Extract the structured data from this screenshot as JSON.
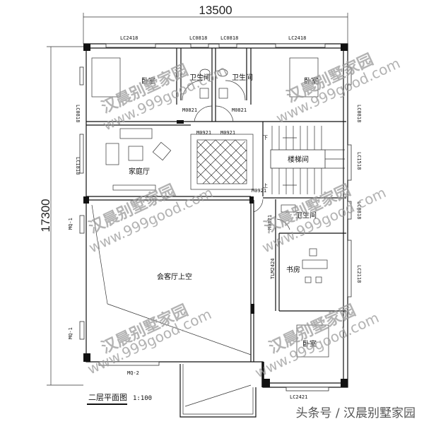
{
  "dimensions": {
    "width": "13500",
    "height": "17300"
  },
  "windows": {
    "top_left": "LC2418",
    "top_mid_left": "LC0818",
    "top_mid_right": "LC0818",
    "top_right": "LC2418",
    "left_upper": "LC0818",
    "left_family": "LC1818",
    "right_upper": "LC0818",
    "right_stair": "LC1518",
    "right_bath": "LC0818",
    "right_study": "LC2118",
    "bottom": "LC2421",
    "curtain_left_1": "MQ-1",
    "curtain_left_2": "MQ-1",
    "curtain_bottom": "MQ-2"
  },
  "doors": {
    "bath_left": "M0821",
    "bath_right": "M0821",
    "hall_left": "M0921",
    "hall_right": "M0921",
    "stair": "M0921",
    "bath_lower": "M0821",
    "study": "TLM2424"
  },
  "rooms": {
    "bedroom_left": "卧室",
    "bath_left": "卫生间",
    "bath_right": "卫生间",
    "bedroom_right": "卧室",
    "family_hall": "家庭厅",
    "stair": "楼梯间",
    "stair_down": "下",
    "stair_up": "上",
    "bath_lower": "卫生间",
    "study": "书房",
    "void": "会客厅上空",
    "bedroom_lower": "卧室"
  },
  "title": {
    "name": "二层平面图",
    "scale": "1:100"
  },
  "watermark": {
    "cn": "汉晨别墅家园",
    "url": "www.999good.com"
  },
  "footer": "头条号 / 汉晨别墅家园"
}
